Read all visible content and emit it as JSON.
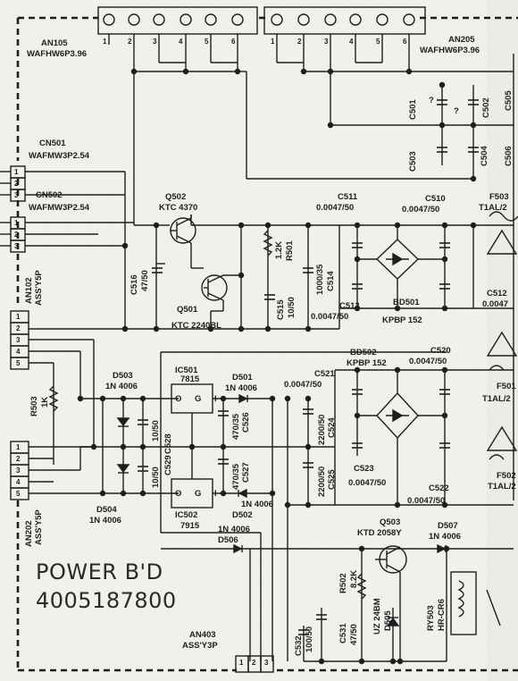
{
  "board": {
    "title": "POWER B'D",
    "part_number": "4005187800"
  },
  "connectors": {
    "an105": {
      "ref": "AN105",
      "part": "WAFHW6P3.96",
      "pins": [
        "1",
        "2",
        "3",
        "4",
        "5",
        "6"
      ]
    },
    "an205": {
      "ref": "AN205",
      "part": "WAFHW6P3.96",
      "pins": [
        "1",
        "2",
        "3",
        "4",
        "5",
        "6"
      ]
    },
    "cn501": {
      "ref": "CN501",
      "part": "WAFMW3P2.54",
      "pins": [
        "1",
        "2",
        "3"
      ]
    },
    "cn502": {
      "ref": "CN502",
      "part": "WAFMW3P2.54",
      "pins": [
        "1",
        "2",
        "3"
      ]
    },
    "an102": {
      "ref": "AN102",
      "part": "ASS'Y5P",
      "pins": [
        "1",
        "2",
        "3",
        "4",
        "5"
      ]
    },
    "an202": {
      "ref": "AN202",
      "part": "ASS'Y5P",
      "pins": [
        "1",
        "2",
        "3",
        "4",
        "5"
      ]
    },
    "an403": {
      "ref": "AN403",
      "part": "ASS'Y3P",
      "pins": [
        "1",
        "2",
        "3"
      ]
    }
  },
  "transistors": {
    "q502": {
      "ref": "Q502",
      "part": "KTC 4370"
    },
    "q501": {
      "ref": "Q501",
      "part": "KTC 2240BL"
    },
    "q503": {
      "ref": "Q503",
      "part": "KTD 2058Y"
    }
  },
  "regulators": {
    "ic501": {
      "ref": "IC501",
      "part": "7815",
      "pins": "O G I"
    },
    "ic502": {
      "ref": "IC502",
      "part": "7915",
      "pins": "O G I"
    }
  },
  "diodes": {
    "d501": {
      "ref": "D501",
      "part": "1N 4006"
    },
    "d502": {
      "ref": "D502",
      "part": "1N 4006"
    },
    "d503": {
      "ref": "D503",
      "part": "1N 4006"
    },
    "d504": {
      "ref": "D504",
      "part": "1N 4006"
    },
    "d506": {
      "ref": "D506",
      "part": "1N 4006"
    },
    "d507": {
      "ref": "D507",
      "part": "1N 4006"
    },
    "d505": {
      "ref": "D505",
      "part": "UZ 24BM"
    }
  },
  "bridges": {
    "bd501": {
      "ref": "BD501",
      "part": "KPBP 152"
    },
    "bd502": {
      "ref": "BD502",
      "part": "KPBP 152"
    }
  },
  "capacitors": {
    "c511": {
      "ref": "C511",
      "value": "0.0047/50"
    },
    "c510": {
      "ref": "C510",
      "value": "0.0047/50"
    },
    "c513": {
      "ref": "C513",
      "value": "0.0047/50"
    },
    "c514": {
      "ref": "C514",
      "value": "1000/35"
    },
    "c515": {
      "ref": "C515",
      "value": "10/50"
    },
    "c516": {
      "ref": "C516",
      "value": "47/50"
    },
    "c521": {
      "ref": "C521",
      "value": "0.0047/50"
    },
    "c520": {
      "ref": "C520",
      "value": "0.0047/50"
    },
    "c523": {
      "ref": "C523",
      "value": "0.0047/50"
    },
    "c522": {
      "ref": "C522",
      "value": "0.0047/50"
    },
    "c524": {
      "ref": "C524",
      "value": "2200/50"
    },
    "c525": {
      "ref": "C525",
      "value": "2200/50"
    },
    "c526": {
      "ref": "C526",
      "value": "470/35"
    },
    "c527": {
      "ref": "C527",
      "value": "470/35"
    },
    "c528": {
      "ref": "C528",
      "value": "10/50"
    },
    "c529": {
      "ref": "C529",
      "value": "10/50"
    },
    "c531": {
      "ref": "C531",
      "value": "47/50"
    },
    "c532": {
      "ref": "C532",
      "value": "100/50"
    },
    "c501": {
      "ref": "C501"
    },
    "c502": {
      "ref": "C502"
    },
    "c503": {
      "ref": "C503"
    },
    "c504": {
      "ref": "C504"
    },
    "c505": {
      "ref": "C505"
    },
    "c506": {
      "ref": "C506"
    },
    "c512": {
      "ref": "C512",
      "value": "0.0047"
    }
  },
  "resistors": {
    "r501": {
      "ref": "R501",
      "value": "1.2K"
    },
    "r502": {
      "ref": "R502",
      "value": "8.2K"
    },
    "r503": {
      "ref": "R503",
      "value": "1K"
    }
  },
  "fuses": {
    "f503": {
      "ref": "F503",
      "value": "T1AL/2"
    },
    "f501": {
      "ref": "F501",
      "value": "T1AL/2"
    },
    "f502": {
      "ref": "F502",
      "value": "T1AL/2"
    }
  },
  "relay": {
    "ref": "RY503",
    "part": "HR-CR6"
  },
  "misc": {
    "arrow_mark": "?"
  }
}
